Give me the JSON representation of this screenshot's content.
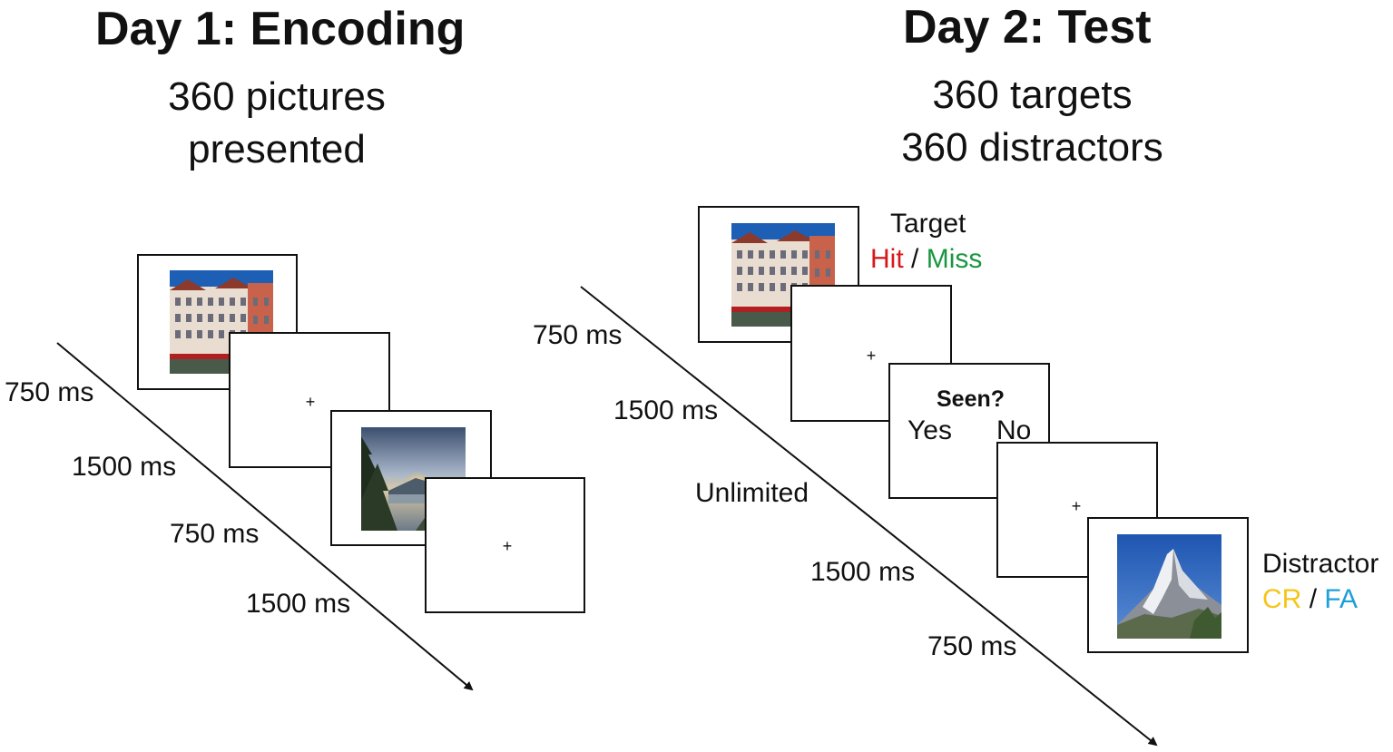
{
  "day1": {
    "title": "Day 1: Encoding",
    "subtitle_line1": "360 pictures",
    "subtitle_line2": "presented",
    "timings": [
      "750 ms",
      "1500 ms",
      "750 ms",
      "1500 ms"
    ],
    "fixation": "+"
  },
  "day2": {
    "title": "Day 2: Test",
    "subtitle_line1": "360 targets",
    "subtitle_line2": "360 distractors",
    "timings": [
      "750 ms",
      "1500 ms",
      "Unlimited",
      "1500 ms",
      "750 ms"
    ],
    "fixation": "+",
    "question": "Seen?",
    "yes": "Yes",
    "no": "No",
    "target_label": "Target",
    "hit": "Hit",
    "miss": "Miss",
    "distractor_label": "Distractor",
    "cr": "CR",
    "fa": "FA",
    "slash": "/"
  },
  "colors": {
    "hit": "#d7191c",
    "miss": "#1a9641",
    "cr": "#f5c518",
    "fa": "#1e9fd8"
  },
  "images": [
    "building-photo",
    "sunset-mountain-photo",
    "matterhorn-photo"
  ]
}
